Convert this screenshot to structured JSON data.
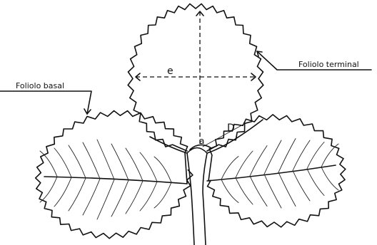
{
  "labels": {
    "terminal": "Foliolo terminal",
    "basal": "Foliolo basal",
    "width_var": "e",
    "length_var": "D",
    "angle_var": "a"
  }
}
